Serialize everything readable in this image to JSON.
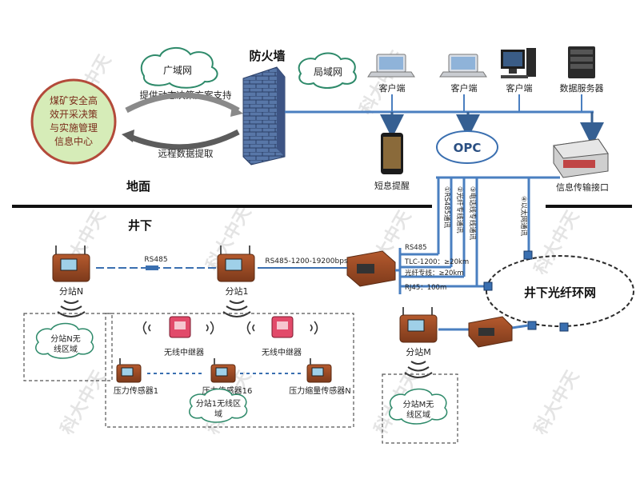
{
  "colors": {
    "network_blue": "#3a6fb0",
    "bus_blue": "#4a7fc0",
    "device_brown": "#9b4a25",
    "center_fill": "#d6ecb8",
    "center_border": "#b34a3a",
    "watermark": "#c9c9c9",
    "ground_line": "#111111",
    "arrow_blue": "#355f92"
  },
  "info_center": {
    "lines": [
      "煤矿安全高",
      "效开采决策",
      "与实施管理",
      "信息中心"
    ]
  },
  "wan": {
    "label": "广域网"
  },
  "decision_support": "提供动态决策方案支持",
  "remote_extract": "远程数据提取",
  "firewall": {
    "label": "防火墙"
  },
  "lan": {
    "label": "局域网"
  },
  "clients": [
    {
      "label": "客户端"
    },
    {
      "label": "客户端"
    },
    {
      "label": "客户端"
    }
  ],
  "data_server": {
    "label": "数据服务器"
  },
  "opc": {
    "label": "OPC"
  },
  "sms": {
    "label": "短息提醒"
  },
  "info_interface": {
    "label": "信息传输接口"
  },
  "surface": {
    "label": "地面"
  },
  "underground": {
    "label": "井下"
  },
  "comm_labels": [
    "①RS485通讯",
    "②光纤专线通讯",
    "③电话线专线通讯",
    "④以太网通讯"
  ],
  "interface_box": {
    "rs485": "RS485",
    "tlc": "TLC-1200：≥20km",
    "fiber": "光纤专线：≥20km",
    "rj45": "RJ45：100m"
  },
  "link_rs485": "RS485",
  "link_rs485_speed": "RS485-1200-19200bps",
  "ring": {
    "label": "井下光纤环网"
  },
  "station_n": {
    "label": "分站N",
    "zone": [
      "分站N无",
      "线区域"
    ]
  },
  "station_1": {
    "label": "分站1",
    "zone": [
      "分站1无线区",
      "域"
    ]
  },
  "station_m": {
    "label": "分站M",
    "zone": [
      "分站M无",
      "线区域"
    ]
  },
  "repeaters": [
    {
      "label": "无线中继器"
    },
    {
      "label": "无线中继器"
    }
  ],
  "sensors": [
    {
      "label": "压力传感器1"
    },
    {
      "label": "压力传感器16"
    },
    {
      "label": "压力缩量传感器N"
    }
  ],
  "watermark_text": "科大中天"
}
